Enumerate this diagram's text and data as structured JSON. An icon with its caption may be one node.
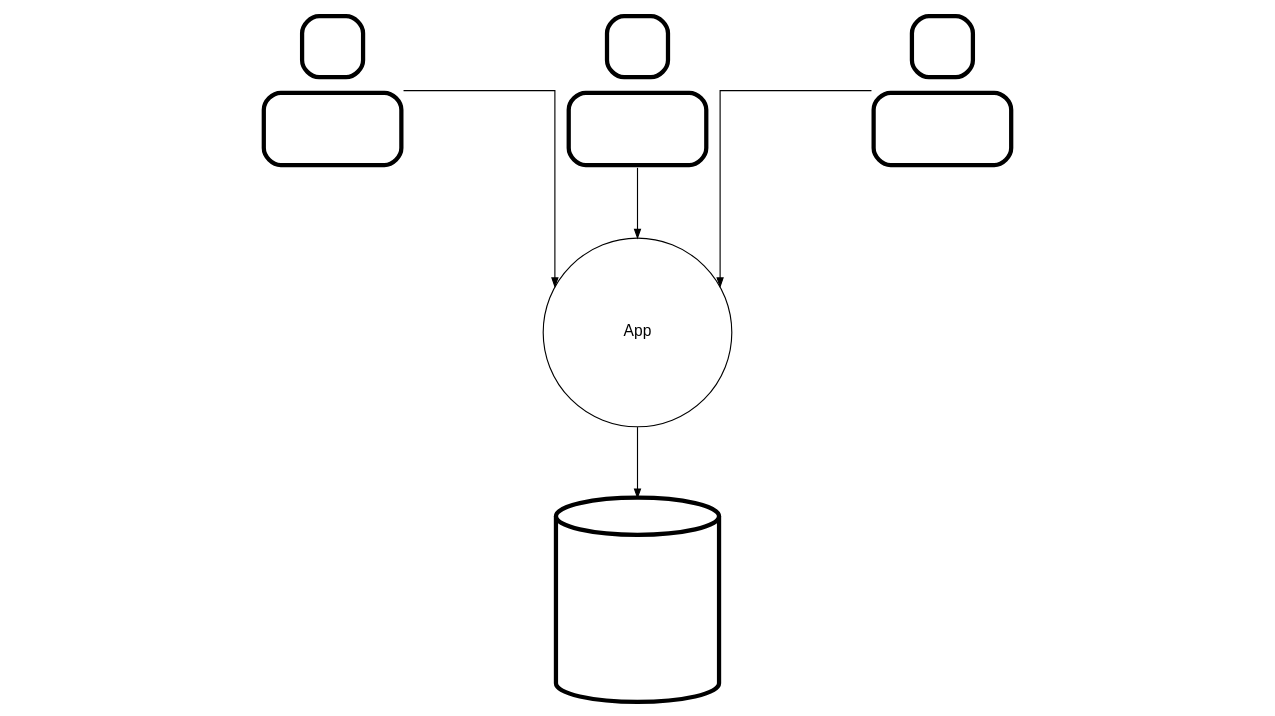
{
  "diagram": {
    "nodes": [
      {
        "text": [],
        "shape": "person"
      },
      {
        "text": [],
        "shape": "person"
      },
      {
        "text": [],
        "shape": "person"
      },
      {
        "text": [
          "App"
        ]
      },
      {
        "text": [],
        "shape": "cylinder"
      }
    ],
    "edges": [
      {
        "from": 0,
        "to": 3,
        "arrow": "to"
      },
      {
        "from": 1,
        "to": 3,
        "arrow": "to"
      },
      {
        "from": 2,
        "to": 3,
        "arrow": "to"
      },
      {
        "from": 3,
        "to": 4,
        "arrow": "to"
      }
    ]
  }
}
